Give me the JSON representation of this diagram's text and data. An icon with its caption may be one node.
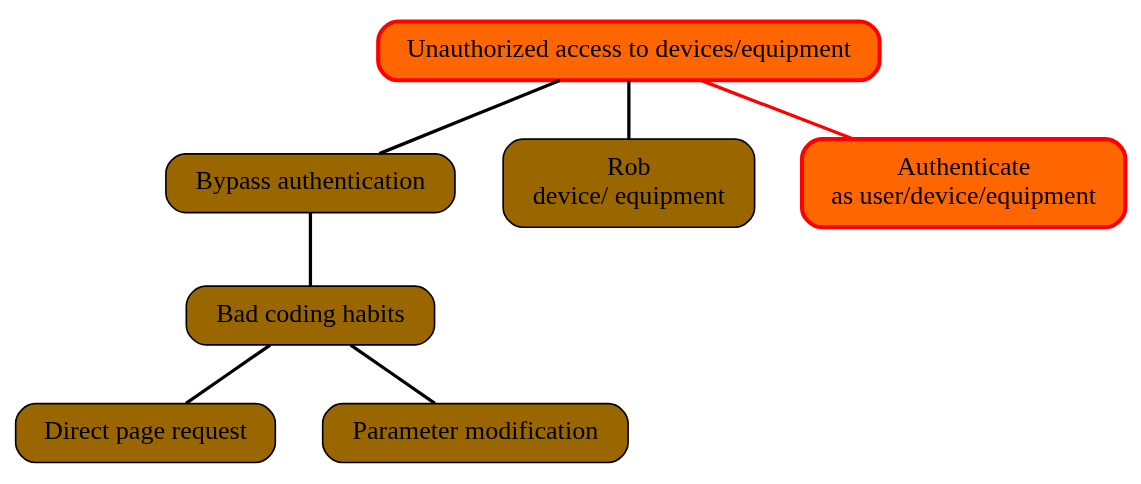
{
  "diagram": {
    "nodes": [
      {
        "text": [
          "Unauthorized access to devices/equipment"
        ]
      },
      {
        "text": [
          "Bypass authentication"
        ]
      },
      {
        "text": [
          "Rob device/ equipment"
        ]
      },
      {
        "text": [
          "Authenticate as user/device/equipment"
        ]
      },
      {
        "text": [
          "Bad coding habits"
        ]
      },
      {
        "text": [
          "Direct page request"
        ]
      },
      {
        "text": [
          "Parameter modification"
        ]
      }
    ],
    "edges": [
      {
        "from": 0,
        "to": 1,
        "arrow": "none"
      },
      {
        "from": 0,
        "to": 2,
        "arrow": "none"
      },
      {
        "from": 0,
        "to": 3,
        "arrow": "none",
        "color": "#ff0000"
      },
      {
        "from": 1,
        "to": 4,
        "arrow": "none"
      },
      {
        "from": 4,
        "to": 5,
        "arrow": "none"
      },
      {
        "from": 4,
        "to": 6,
        "arrow": "none"
      }
    ]
  }
}
